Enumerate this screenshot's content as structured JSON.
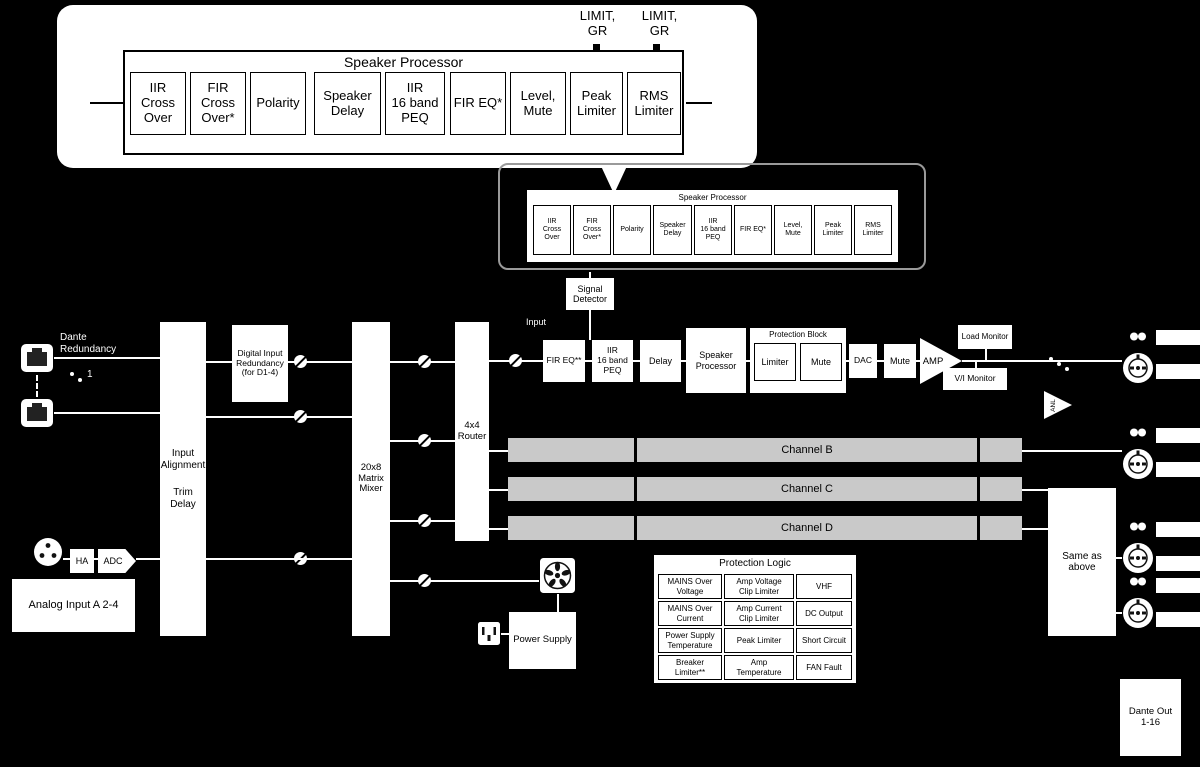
{
  "colors": {
    "background": "#000000",
    "box": "#ffffff",
    "channel_bar": "#c9c9c9",
    "border": "#000000",
    "callout_outline": "#9a9a9a"
  },
  "callout": {
    "limit_labels": [
      "LIMIT,\nGR",
      "LIMIT,\nGR"
    ],
    "title": "Speaker Processor",
    "blocks": [
      "IIR\nCross\nOver",
      "FIR\nCross\nOver*",
      "Polarity",
      "Speaker\nDelay",
      "IIR\n16 band\nPEQ",
      "FIR EQ*",
      "Level,\nMute",
      "Peak\nLimiter",
      "RMS\nLimiter"
    ]
  },
  "mini_processor": {
    "title": "Speaker Processor",
    "blocks": [
      "IIR\nCross\nOver",
      "FIR\nCross\nOver*",
      "Polarity",
      "Speaker\nDelay",
      "IIR\n16 band\nPEQ",
      "FIR EQ*",
      "Level,\nMute",
      "Peak\nLimiter",
      "RMS\nLimiter"
    ]
  },
  "signal_detector": "Signal\nDetector",
  "left": {
    "dante_label": "Dante\nRedundancy",
    "bus_count": "1",
    "input_alignment": "Input\nAlignment",
    "trim_delay": "Trim\nDelay",
    "digital_input_redundancy": "Digital Input\nRedundancy\n(for D1-4)",
    "matrix_mixer": "20x8\nMatrix\nMixer",
    "router": "4x4\nRouter"
  },
  "analog_input": {
    "ha": "HA",
    "adc": "ADC",
    "label": "Analog Input A 2-4"
  },
  "main_chain": {
    "input_label": "Input",
    "fir_eq": "FIR EQ**",
    "iir_peq": "IIR\n16 band\nPEQ",
    "delay": "Delay",
    "speaker_processor": "Speaker\nProcessor",
    "protection_block_title": "Protection Block",
    "limiter": "Limiter",
    "mute_inner": "Mute",
    "dac": "DAC",
    "mute": "Mute",
    "amp": "AMP",
    "load_monitor": "Load Monitor",
    "vi_monitor": "V/I Monitor"
  },
  "channels": [
    "Channel B",
    "Channel C",
    "Channel D"
  ],
  "power_supply": "Power Supply",
  "protection_logic": {
    "title": "Protection Logic",
    "cells": [
      [
        "MAINS Over\nVoltage",
        "Amp Voltage\nClip Limiter",
        "VHF"
      ],
      [
        "MAINS Over\nCurrent",
        "Amp Current\nClip Limiter",
        "DC Output"
      ],
      [
        "Power Supply\nTemperature",
        "Peak Limiter",
        "Short Circuit"
      ],
      [
        "Breaker\nLimiter**",
        "Amp\nTemperature",
        "FAN Fault"
      ]
    ]
  },
  "right": {
    "anl": "ANL",
    "same_as_above": "Same as\nabove",
    "dante_out": "Dante Out\n1-16"
  },
  "icons": {
    "dante_port": "ethercon-connector-icon",
    "xlr": "xlr-connector-icon",
    "fan": "fan-icon",
    "ac_inlet": "ac-inlet-icon",
    "speakon": "speakon-connector-icon",
    "binding_post": "binding-post-icon",
    "sum_node": "signal-node-icon",
    "amp_triangle": "amplifier-triangle-icon"
  }
}
